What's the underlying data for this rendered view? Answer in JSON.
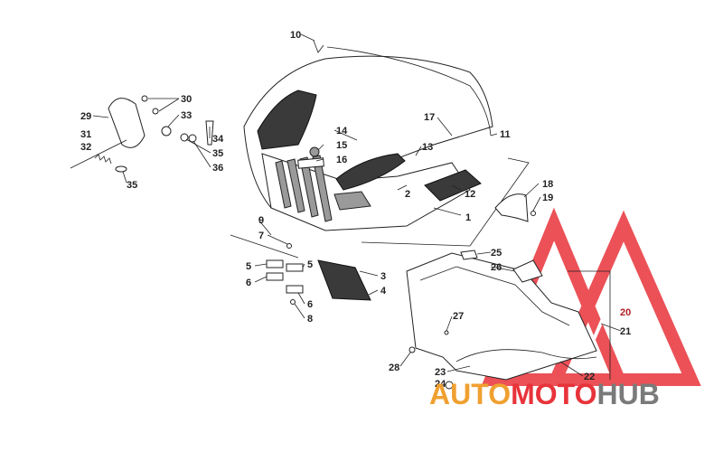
{
  "colors": {
    "line": "#222222",
    "logo_red": "#e8333a",
    "logo_orange": "#f0a030",
    "logo_grey": "#7a7a7a",
    "highlight_red": "#b01e24"
  },
  "watermark": {
    "word_auto": "AUTO",
    "word_moto": "MOTO",
    "word_hub": "HUB"
  },
  "callouts": [
    {
      "id": "c10",
      "label": "10"
    },
    {
      "id": "c11",
      "label": "11"
    },
    {
      "id": "c17",
      "label": "17"
    },
    {
      "id": "c13",
      "label": "13"
    },
    {
      "id": "c14",
      "label": "14"
    },
    {
      "id": "c15",
      "label": "15"
    },
    {
      "id": "c16",
      "label": "16"
    },
    {
      "id": "c2",
      "label": "2"
    },
    {
      "id": "c12",
      "label": "12"
    },
    {
      "id": "c1",
      "label": "1"
    },
    {
      "id": "c18",
      "label": "18"
    },
    {
      "id": "c19",
      "label": "19"
    },
    {
      "id": "c30",
      "label": "30"
    },
    {
      "id": "c29",
      "label": "29"
    },
    {
      "id": "c33",
      "label": "33"
    },
    {
      "id": "c31",
      "label": "31"
    },
    {
      "id": "c32",
      "label": "32"
    },
    {
      "id": "c34",
      "label": "34"
    },
    {
      "id": "c35a",
      "label": "35"
    },
    {
      "id": "c36",
      "label": "36"
    },
    {
      "id": "c35b",
      "label": "35"
    },
    {
      "id": "c9",
      "label": "9"
    },
    {
      "id": "c7",
      "label": "7"
    },
    {
      "id": "c5a",
      "label": "5"
    },
    {
      "id": "c5b",
      "label": "5"
    },
    {
      "id": "c6a",
      "label": "6"
    },
    {
      "id": "c6b",
      "label": "6"
    },
    {
      "id": "c8",
      "label": "8"
    },
    {
      "id": "c3",
      "label": "3"
    },
    {
      "id": "c4",
      "label": "4"
    },
    {
      "id": "c25",
      "label": "25"
    },
    {
      "id": "c26",
      "label": "26"
    },
    {
      "id": "c27",
      "label": "27"
    },
    {
      "id": "c28",
      "label": "28"
    },
    {
      "id": "c23",
      "label": "23"
    },
    {
      "id": "c24",
      "label": "24"
    },
    {
      "id": "c20",
      "label": "20",
      "highlight": true
    },
    {
      "id": "c21",
      "label": "21"
    },
    {
      "id": "c22",
      "label": "22"
    }
  ]
}
